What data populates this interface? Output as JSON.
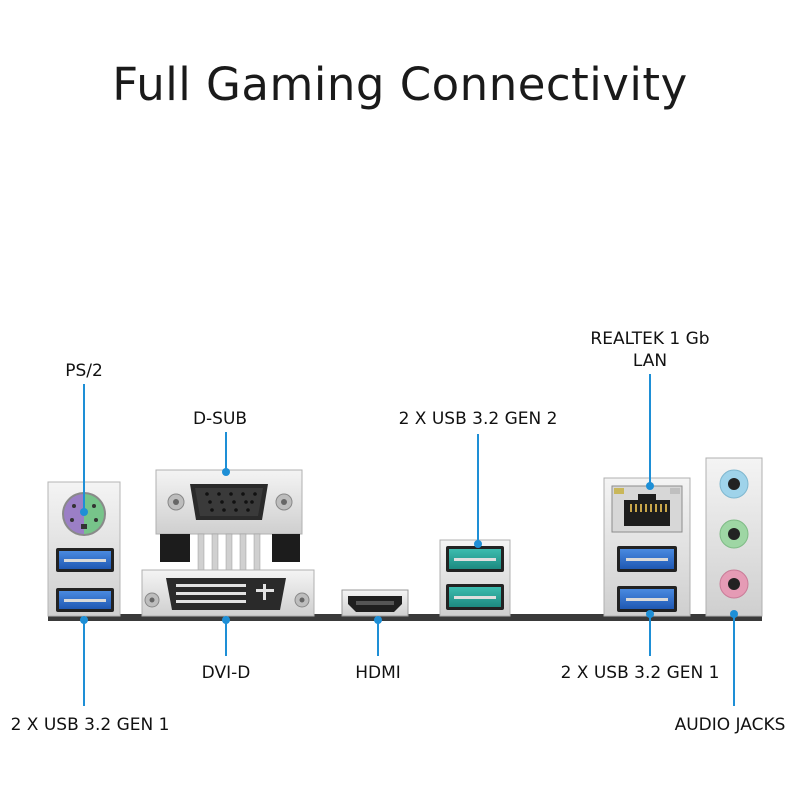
{
  "title": "Full Gaming Connectivity",
  "labels": {
    "ps2": "PS/2",
    "dsub": "D-SUB",
    "usb_gen2": "2 X USB 3.2 GEN 2",
    "lan_line1": "REALTEK 1 Gb",
    "lan_line2": "LAN",
    "usb_left": "2 X USB 3.2 GEN 1",
    "dvid": "DVI-D",
    "hdmi": "HDMI",
    "usb_right": "2 X USB 3.2 GEN 1",
    "audio": "AUDIO JACKS"
  },
  "colors": {
    "callout_line": "#1e8fd6",
    "usb_gen1": "#2f6fd0",
    "usb_gen2": "#2ea59b",
    "audio_blue": "#9fd3ea",
    "audio_green": "#9ed6a4",
    "audio_pink": "#e59bb5",
    "ps2_purple": "#9b7fc6",
    "ps2_green": "#77c48a"
  }
}
